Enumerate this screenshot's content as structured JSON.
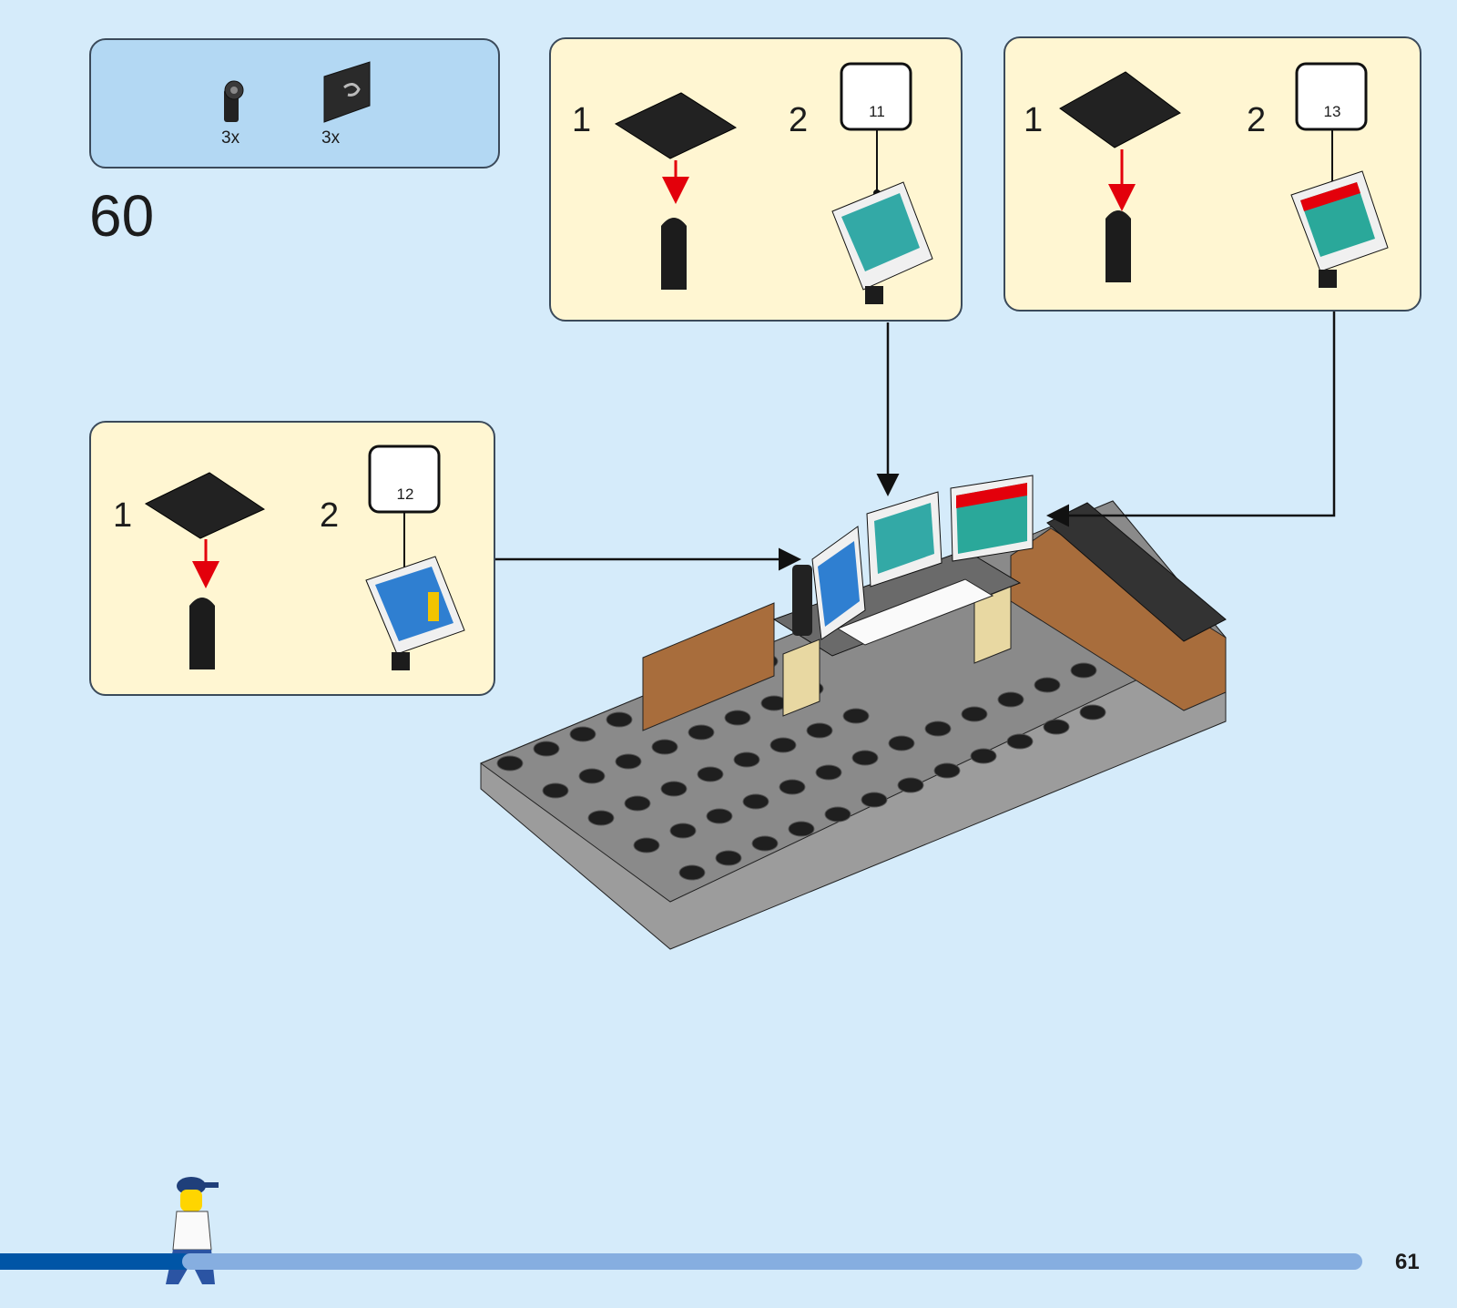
{
  "step": {
    "number": "60"
  },
  "parts": [
    {
      "icon": "bar-holder-clip-icon",
      "qty": "3x"
    },
    {
      "icon": "tile-with-clip-icon",
      "qty": "3x"
    }
  ],
  "substeps": [
    {
      "step1": "1",
      "step2": "2",
      "sticker": "11"
    },
    {
      "step1": "1",
      "step2": "2",
      "sticker": "13"
    },
    {
      "step1": "1",
      "step2": "2",
      "sticker": "12"
    }
  ],
  "page": {
    "number": "61"
  },
  "colors": {
    "background": "#d5ebfa",
    "parts_panel": "#b3d8f3",
    "substep_panel": "#fff6d2",
    "arrow_red": "#e3000b",
    "bar_dark": "#0055a6",
    "bar_light": "#86aee0"
  }
}
